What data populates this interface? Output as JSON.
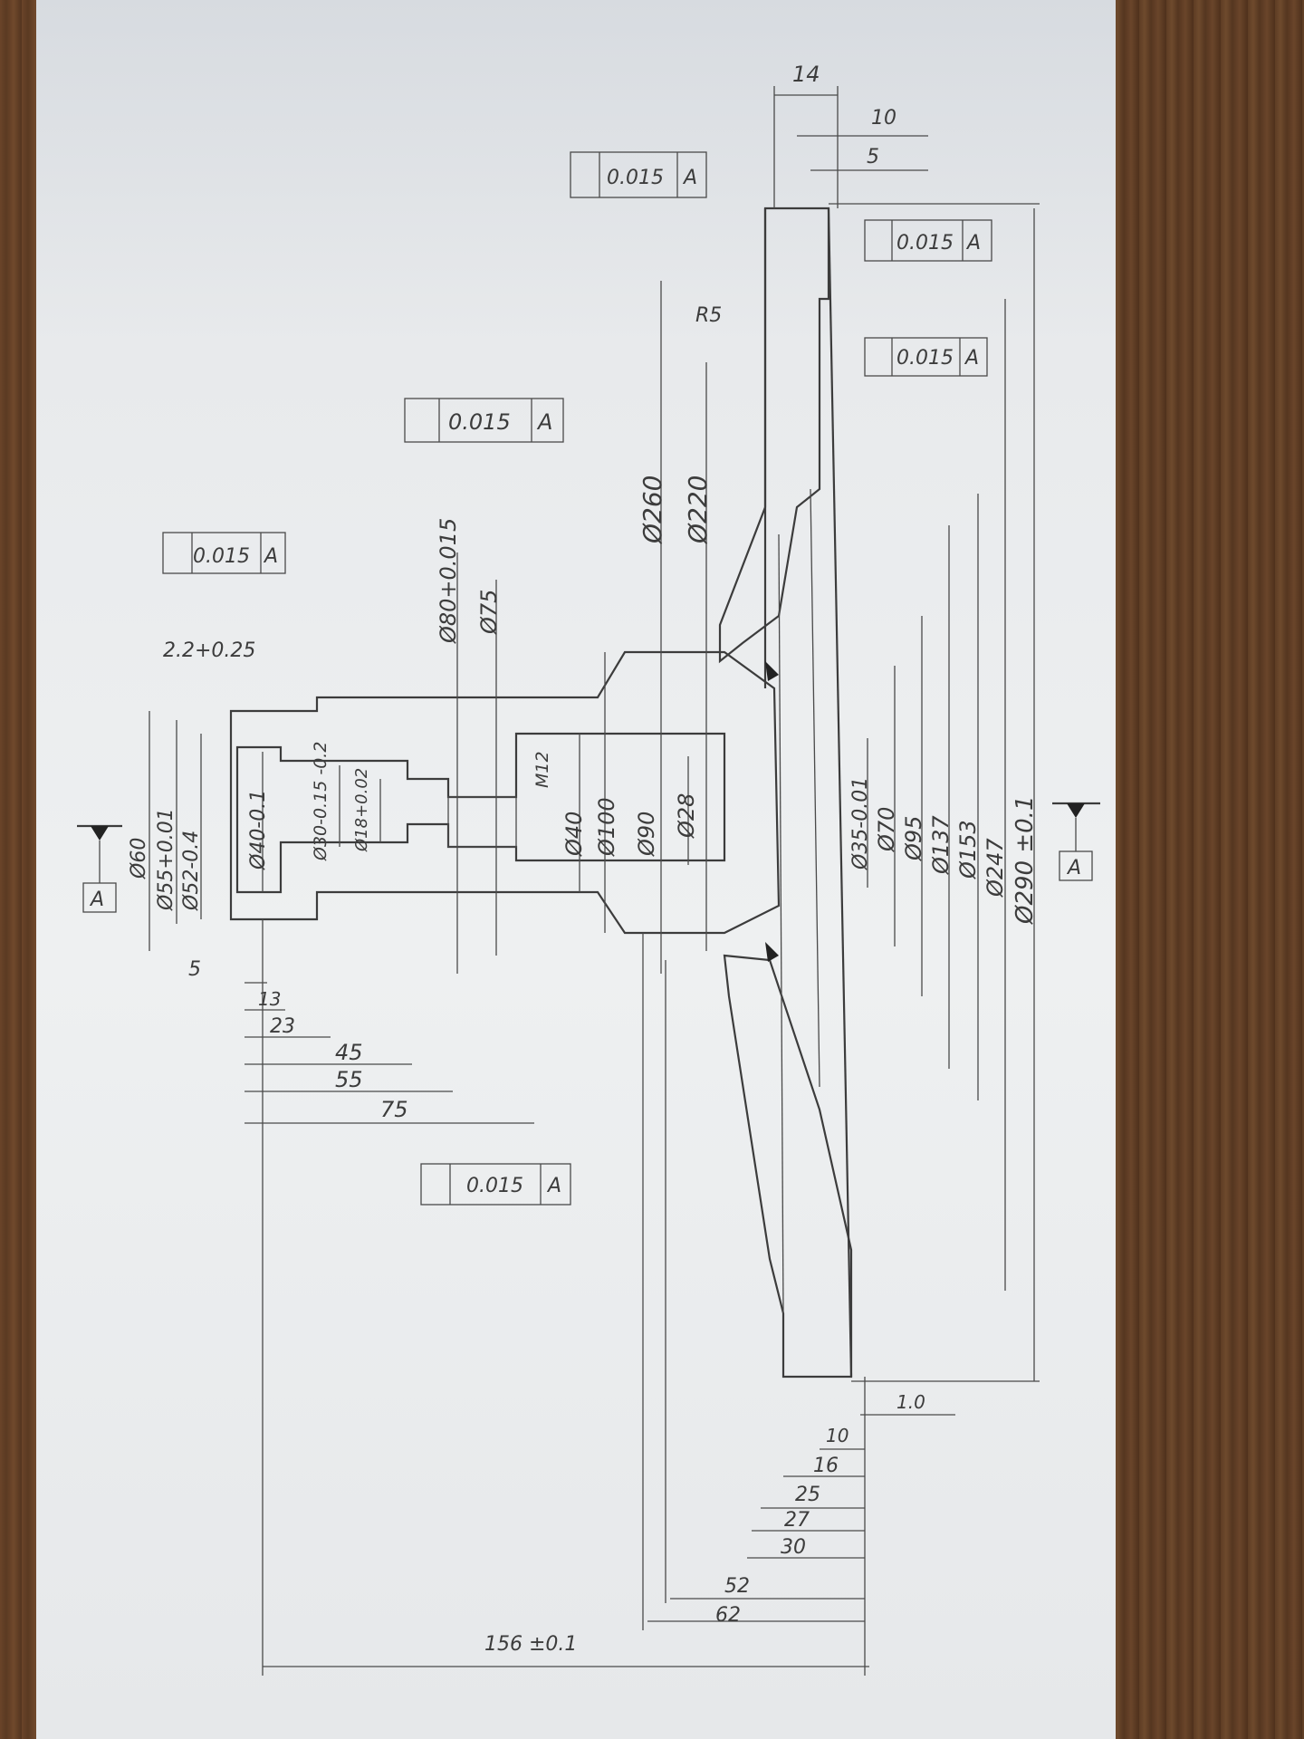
{
  "drawing": {
    "datum_letter": "A",
    "runout_frames": [
      {
        "value": "0.015",
        "datum": "A"
      },
      {
        "value": "0.015",
        "datum": "A"
      },
      {
        "value": "0.015",
        "datum": "A"
      },
      {
        "value": "0.015",
        "datum": "A"
      },
      {
        "value": "0.015",
        "datum": "A"
      },
      {
        "value": "0.015",
        "datum": "A"
      }
    ],
    "radius_label": "R5",
    "thread_label": "M12",
    "hub_diameters": [
      "Ø60",
      "Ø55+0.01",
      "Ø52-0.4",
      "Ø40-0.1",
      "Ø30-0.15 -0.2",
      "Ø18+0.02",
      "Ø40",
      "Ø100",
      "Ø90",
      "Ø28"
    ],
    "upper_diameters": [
      "Ø80+0.015",
      "Ø75",
      "Ø260",
      "Ø220"
    ],
    "flange_diameters": [
      "Ø35-0.01",
      "Ø70",
      "Ø95",
      "Ø137",
      "Ø153",
      "Ø247",
      "Ø290 ±0.1"
    ],
    "hub_lengths": [
      "2.2+0.25",
      "5",
      "13",
      "23",
      "45",
      "55",
      "75"
    ],
    "flange_thickness_top": [
      "14",
      "10",
      "5"
    ],
    "flange_lengths_bottom": [
      "1.0",
      "10",
      "16",
      "25",
      "27",
      "30",
      "52",
      "62"
    ],
    "overall_length": "156 ±0.1"
  }
}
